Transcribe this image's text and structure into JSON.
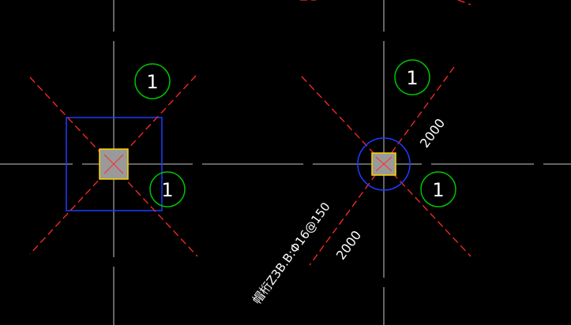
{
  "canvas": {
    "background": "#000000"
  },
  "colors": {
    "axis": "#c8c8c8",
    "column_fill": "#9a9a9a",
    "column_border": "#ffd400",
    "cross": "#ff2a2a",
    "footing": "#1f3cff",
    "bubble": "#00c000",
    "text": "#ffffff"
  },
  "left_column": {
    "bubble_top": "1",
    "bubble_bottom": "1"
  },
  "right_column": {
    "bubble_top": "1",
    "bubble_bottom": "1",
    "dim_upper": "2000",
    "dim_lower": "2000",
    "rebar_label": "帽桁Z3B.B:Φ16@150"
  }
}
